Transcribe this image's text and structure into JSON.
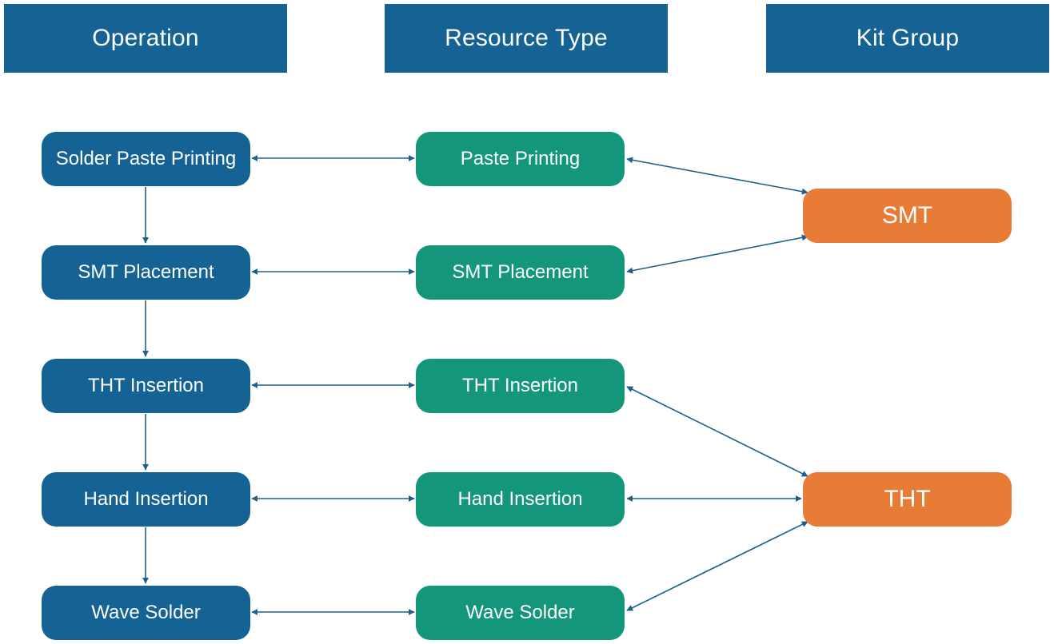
{
  "headers": {
    "operation": "Operation",
    "resource_type": "Resource Type",
    "kit_group": "Kit Group"
  },
  "operations": [
    "Solder Paste Printing",
    "SMT Placement",
    "THT Insertion",
    "Hand Insertion",
    "Wave Solder"
  ],
  "resource_types": [
    "Paste Printing",
    "SMT Placement",
    "THT Insertion",
    "Hand Insertion",
    "Wave Solder"
  ],
  "kit_groups": [
    "SMT",
    "THT"
  ],
  "colors": {
    "operation": "#156394",
    "resource_type": "#14967a",
    "kit_group": "#e87c36",
    "connector": "#1e5f8c"
  }
}
